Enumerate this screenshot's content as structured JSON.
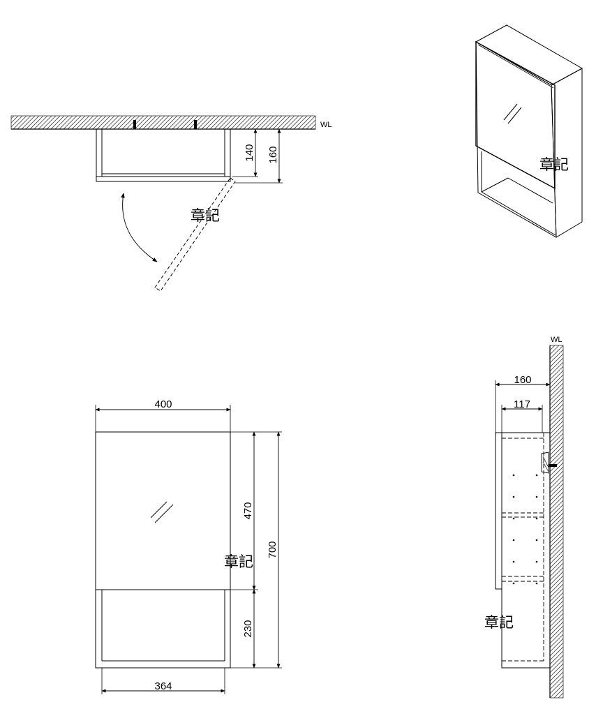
{
  "wall_label": "WL",
  "brand_mark": "章記",
  "top_view": {
    "dims": {
      "depth_door": "140",
      "depth_total": "160"
    }
  },
  "front_view": {
    "dims": {
      "width": "400",
      "inner_width": "364",
      "door_height": "470",
      "open_height": "230",
      "total_height": "700"
    }
  },
  "side_view": {
    "dims": {
      "depth_total": "160",
      "depth_inner": "117"
    }
  }
}
